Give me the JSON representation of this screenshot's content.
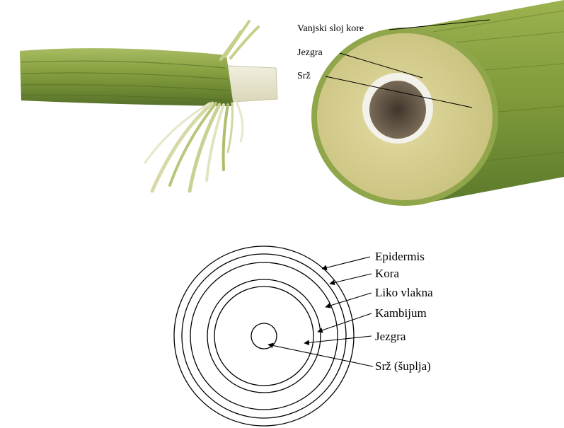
{
  "photo_labels": {
    "outer_bark": "Vanjski sloj kore",
    "core": "Jezgra",
    "pith": "Srž"
  },
  "diagram_labels": {
    "epidermis": "Epidermis",
    "cortex": "Kora",
    "bast_fibers": "Liko vlakna",
    "cambium": "Kambijum",
    "core": "Jezgra",
    "pith_hollow": "Srž (šuplja)"
  },
  "colors": {
    "stem_green": "#8fa64a",
    "stem_dark": "#5f7a2c",
    "fiber_cream": "#e8e6c8",
    "cut_face": "#d8cf8c",
    "pith_cavity": "#5b4e3e"
  }
}
